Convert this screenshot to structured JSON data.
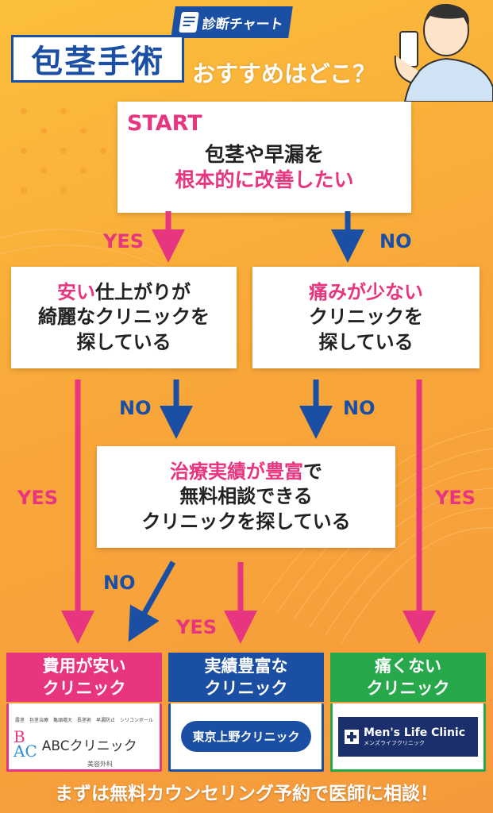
{
  "header": {
    "badge": "診断チャート",
    "title": "包茎手術",
    "subtitle": "おすすめはどこ？"
  },
  "start": {
    "label": "START",
    "line1": "包茎や早漏を",
    "line2": "根本的に改善したい"
  },
  "labels": {
    "yes": "YES",
    "no": "NO"
  },
  "q_left": {
    "hl": "安い",
    "rest1": "仕上がりが",
    "line2": "綺麗なクリニックを",
    "line3": "探している"
  },
  "q_right": {
    "hl": "痛みが少ない",
    "line2": "クリニックを",
    "line3": "探している"
  },
  "q_mid": {
    "hl": "治療実績が豊富",
    "rest1": "で",
    "line2": "無料相談できる",
    "line3": "クリニックを探している"
  },
  "results": [
    {
      "line1": "費用が安い",
      "line2": "クリニック",
      "color": "#e8357f"
    },
    {
      "line1": "実績豊富な",
      "line2": "クリニック",
      "color": "#1b4fa3"
    },
    {
      "line1": "痛くない",
      "line2": "クリニック",
      "color": "#27a84a"
    }
  ],
  "logos": {
    "abc_tags": "露茎　包茎治療　亀頭増大　長茎術　早漏防止　シリコンボール",
    "abc_name": "ABCクリニック",
    "abc_sub": "美容外科",
    "tokyo": "東京上野クリニック",
    "mens": "Men's Life Clinic",
    "mens_sub": "メンズライフクリニック"
  },
  "footer": "まずは無料カウンセリング予約で医師に相談！",
  "colors": {
    "pink": "#e8357f",
    "navy": "#1b4fa3",
    "green": "#27a84a"
  }
}
